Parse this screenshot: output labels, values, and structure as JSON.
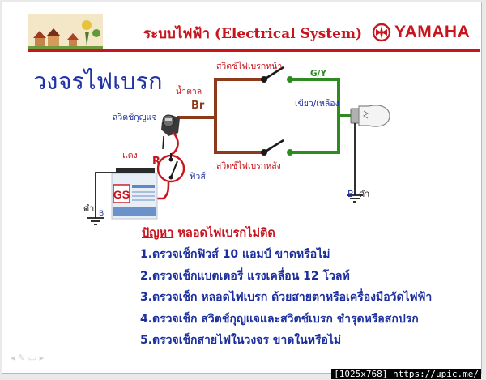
{
  "header": {
    "title": "ระบบไฟฟ้า (Electrical System)",
    "brand": "YAMAHA"
  },
  "diagram": {
    "title": "วงจรไฟเบรก",
    "labels": {
      "front_switch": "สวิตช์ไฟเบรกหน้า",
      "rear_switch": "สวิตช์ไฟเบรกหลัง",
      "brown": "น้ำตาล",
      "br": "Br",
      "gy": "G/Y",
      "green_yellow": "เขียว/เหลือง",
      "key_switch": "สวิตช์กุญแจ",
      "red": "แดง",
      "r": "R",
      "fuse": "ฟิวส์",
      "ground_left": "ดำ",
      "ground_left_b": "B",
      "ground_right": "ดำ",
      "ground_right_b": "B",
      "battery_brand": "GS"
    }
  },
  "problem": {
    "prefix": "ปัญหา",
    "text": " หลอดไฟเบรกไม่ติด"
  },
  "steps": [
    "1.ตรวจเช็กฟิวส์ 10 แอมป์ ขาดหรือไม่",
    "2.ตรวจเช็กแบตเตอรี่ แรงเคลื่อน 12 โวลท์",
    "3.ตรวจเช็ก หลอดไฟเบรก ด้วยสายตาหรือเครื่องมือวัดไฟฟ้า",
    "4.ตรวจเช็ก สวิตช์กุญแจและสวิตช์เบรก ชำรุดหรือสกปรก",
    "5.ตรวจเช็กสายไฟในวงจร ขาดในหรือไม่"
  ],
  "watermark": "[1025x768] https://upic.me/",
  "colors": {
    "brown_wire": "#8b3a1a",
    "green_wire": "#2e8b22",
    "title_blue": "#2233a8",
    "accent_red": "#c8141e",
    "label_blue": "#1b2e9e"
  }
}
